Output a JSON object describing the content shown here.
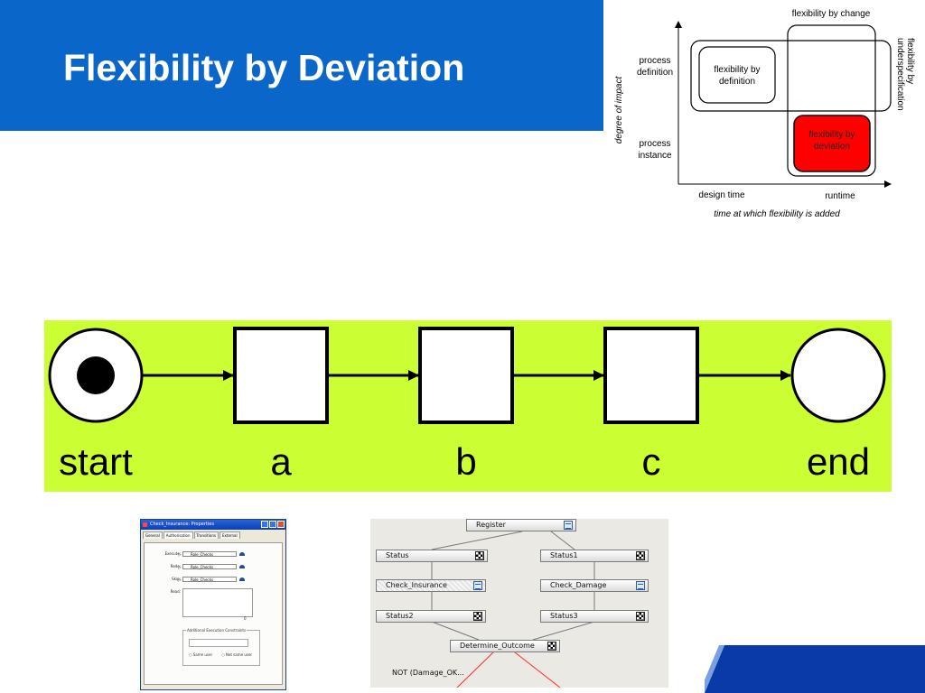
{
  "slide": {
    "title": "Flexibility by Deviation"
  },
  "colors": {
    "title_bg": "#0a66c8",
    "band_bg": "#ccff33",
    "deviation_fill": "#ff0000",
    "corner_accent": "#0a3aa8"
  },
  "matrix": {
    "top_label": "flexibility by change",
    "right_label_line1": "flexibility by",
    "right_label_line2": "underspecification",
    "y_axis_title": "degree of impact",
    "row_top_line1": "process",
    "row_top_line2": "definition",
    "row_bottom_line1": "process",
    "row_bottom_line2": "instance",
    "box_definition_line1": "flexibility by",
    "box_definition_line2": "definition",
    "box_deviation_line1": "flexibility by",
    "box_deviation_line2": "deviation",
    "x_left_label": "design time",
    "x_right_label": "runtime",
    "x_axis_title": "time at which flexibility is added"
  },
  "net": {
    "labels": [
      "start",
      "a",
      "b",
      "c",
      "end"
    ]
  },
  "properties_window": {
    "title": "Check_Insurance: Properties",
    "tabs": [
      "General",
      "Authorisation",
      "Transitions",
      "External"
    ],
    "rows": [
      {
        "label": "Execute:",
        "value": "Role_Checks"
      },
      {
        "label": "Redo:",
        "value": "Role_Checks"
      },
      {
        "label": "Skip:",
        "value": "Role_Checks"
      }
    ],
    "read_label": "Read:",
    "counter": "0",
    "constraints_title": "Additional Execution Constraints",
    "radio_same": "Same user",
    "radio_not_same": "Not same user"
  },
  "flow": {
    "nodes": {
      "register": "Register",
      "status": "Status",
      "status1": "Status1",
      "check_insurance": "Check_Insurance",
      "check_damage": "Check_Damage",
      "status2": "Status2",
      "status3": "Status3",
      "determine_outcome": "Determine_Outcome"
    },
    "note": "NOT (Damage_OK..."
  }
}
